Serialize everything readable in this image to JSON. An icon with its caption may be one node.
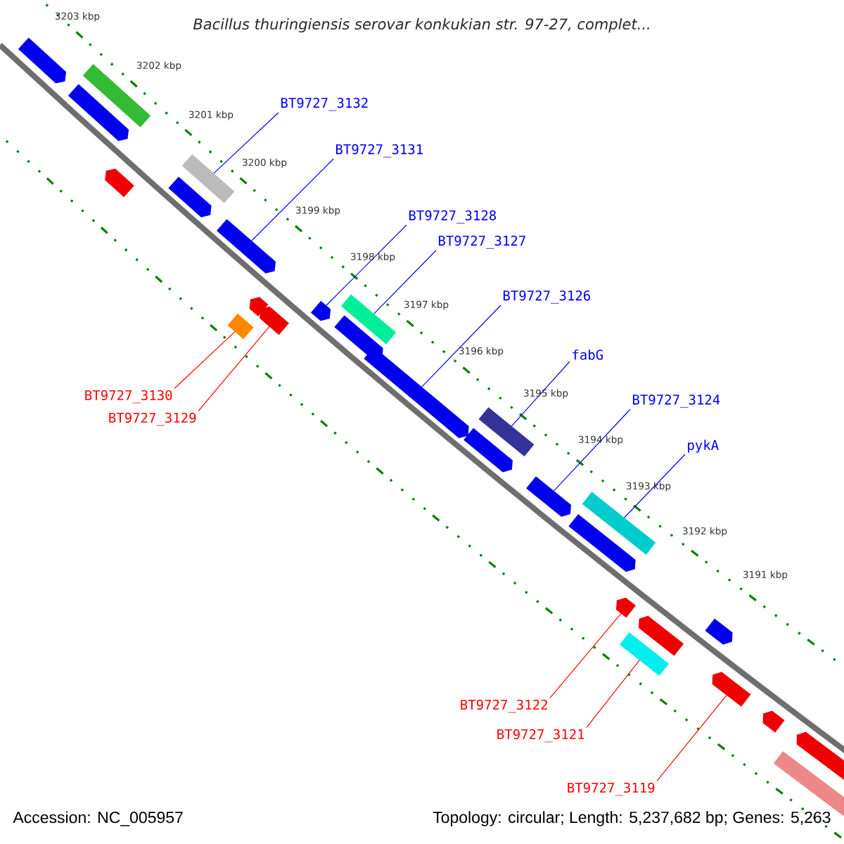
{
  "diagram": {
    "title": "Bacillus thuringiensis serovar konkukian str. 97-27, complet...",
    "nodes": [
      {
        "text": [
          "BT9727_3132"
        ]
      },
      {
        "text": [
          "BT9727_3131"
        ]
      },
      {
        "text": [
          "BT9727_3128"
        ]
      },
      {
        "text": [
          "BT9727_3127"
        ]
      },
      {
        "text": [
          "BT9727_3126"
        ]
      },
      {
        "text": [
          "fabG"
        ]
      },
      {
        "text": [
          "BT9727_3124"
        ]
      },
      {
        "text": [
          "pykA"
        ]
      },
      {
        "text": [
          "BT9727_3130"
        ]
      },
      {
        "text": [
          "BT9727_3129"
        ]
      },
      {
        "text": [
          "BT9727_3122"
        ]
      },
      {
        "text": [
          "BT9727_3121"
        ]
      },
      {
        "text": [
          "BT9727_3119"
        ]
      },
      {
        "text": [],
        "shape": "arrow"
      },
      {
        "text": [],
        "shape": "arrow"
      },
      {
        "text": [],
        "shape": "box"
      },
      {
        "text": [],
        "shape": "arrow"
      },
      {
        "text": [],
        "shape": "arrow"
      },
      {
        "text": [],
        "shape": "box"
      },
      {
        "text": [],
        "shape": "box"
      },
      {
        "text": [],
        "shape": "arrow"
      },
      {
        "text": [],
        "shape": "arrow"
      },
      {
        "text": [],
        "shape": "arrow"
      },
      {
        "text": [],
        "shape": "arrow"
      },
      {
        "text": [],
        "shape": "arrow"
      },
      {
        "text": [],
        "shape": "box"
      },
      {
        "text": [],
        "shape": "arrow"
      },
      {
        "text": [],
        "shape": "arrow"
      },
      {
        "text": [],
        "shape": "box"
      },
      {
        "text": [],
        "shape": "arrow"
      },
      {
        "text": [],
        "shape": "arrow"
      },
      {
        "text": [],
        "shape": "box"
      },
      {
        "text": [],
        "shape": "arrow"
      },
      {
        "text": [],
        "shape": "box"
      },
      {
        "text": [],
        "shape": "arrow"
      },
      {
        "text": [],
        "shape": "arrow"
      },
      {
        "text": [],
        "shape": "arrow"
      },
      {
        "text": [],
        "shape": "arrow"
      },
      {
        "text": [],
        "shape": "box"
      },
      {
        "text": [],
        "shape": "arrow"
      }
    ],
    "edges": [
      {
        "from": 0,
        "to": 18,
        "arrow": "none"
      },
      {
        "from": 1,
        "to": 20,
        "arrow": "none"
      },
      {
        "from": 2,
        "to": 23,
        "arrow": "none"
      },
      {
        "from": 3,
        "to": 25,
        "arrow": "none"
      },
      {
        "from": 4,
        "to": 26,
        "arrow": "none"
      },
      {
        "from": 5,
        "to": 28,
        "arrow": "none"
      },
      {
        "from": 6,
        "to": 29,
        "arrow": "none"
      },
      {
        "from": 7,
        "to": 31,
        "arrow": "none"
      },
      {
        "from": 8,
        "to": 19,
        "arrow": "none",
        "color": "#ff0000"
      },
      {
        "from": 9,
        "to": 22,
        "arrow": "none",
        "color": "#ff0000"
      },
      {
        "from": 10,
        "to": 32,
        "arrow": "none",
        "color": "#ff0000"
      },
      {
        "from": 11,
        "to": 33,
        "arrow": "none",
        "color": "#ff0000"
      },
      {
        "from": 12,
        "to": 36,
        "arrow": "none",
        "color": "#ff0000"
      }
    ],
    "labels": [
      "3203 kbp",
      "3202 kbp",
      "3201 kbp",
      "3200 kbp",
      "3199 kbp",
      "3198 kbp",
      "3197 kbp",
      "3196 kbp",
      "3195 kbp",
      "3194 kbp",
      "3193 kbp",
      "3192 kbp",
      "3191 kbp",
      "Accession: NC_005957",
      "Topology: circular; Length: 5,237,682 bp; Genes: 5,263"
    ]
  }
}
